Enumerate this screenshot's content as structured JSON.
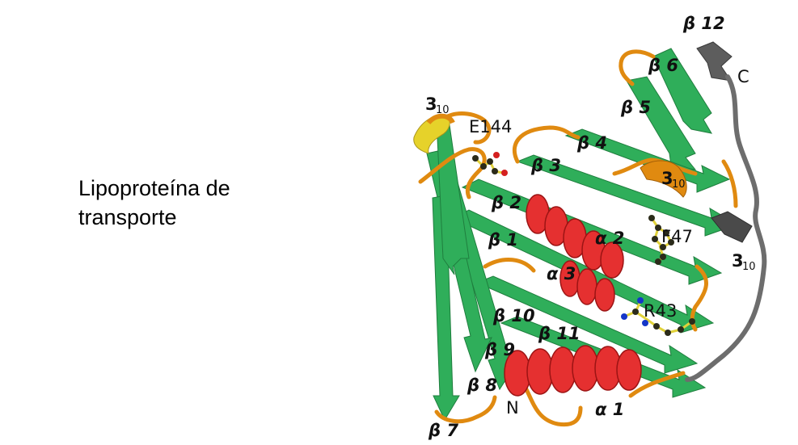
{
  "caption": {
    "line1": "Lipoproteína de",
    "line2": "transporte"
  },
  "colors": {
    "beta_strand": "#2fae5a",
    "beta_strand_dark": "#1f7e3e",
    "helix": "#e53030",
    "helix_dark": "#9c1414",
    "loop": "#e08a10",
    "helix_310": "#e6d22a",
    "c_terminal": "#5d5d5d",
    "atom_carbon": "#2b2b1a",
    "bond": "#e1d23a",
    "atom_oxygen": "#d42020",
    "atom_nitrogen": "#1436c8"
  },
  "labels": {
    "beta1": "β 1",
    "beta2": "β 2",
    "beta3": "β 3",
    "beta4": "β 4",
    "beta5": "β 5",
    "beta6": "β 6",
    "beta7": "β 7",
    "beta8": "β 8",
    "beta9": "β 9",
    "beta10": "β 10",
    "beta11": "β 11",
    "beta12": "β 12",
    "alpha1": "α 1",
    "alpha2": "α 2",
    "alpha3": "α 3",
    "helix310_label": "3",
    "helix310_sub": "10",
    "E144": "E144",
    "F47": "F47",
    "R43": "R43",
    "N": "N",
    "C": "C"
  }
}
